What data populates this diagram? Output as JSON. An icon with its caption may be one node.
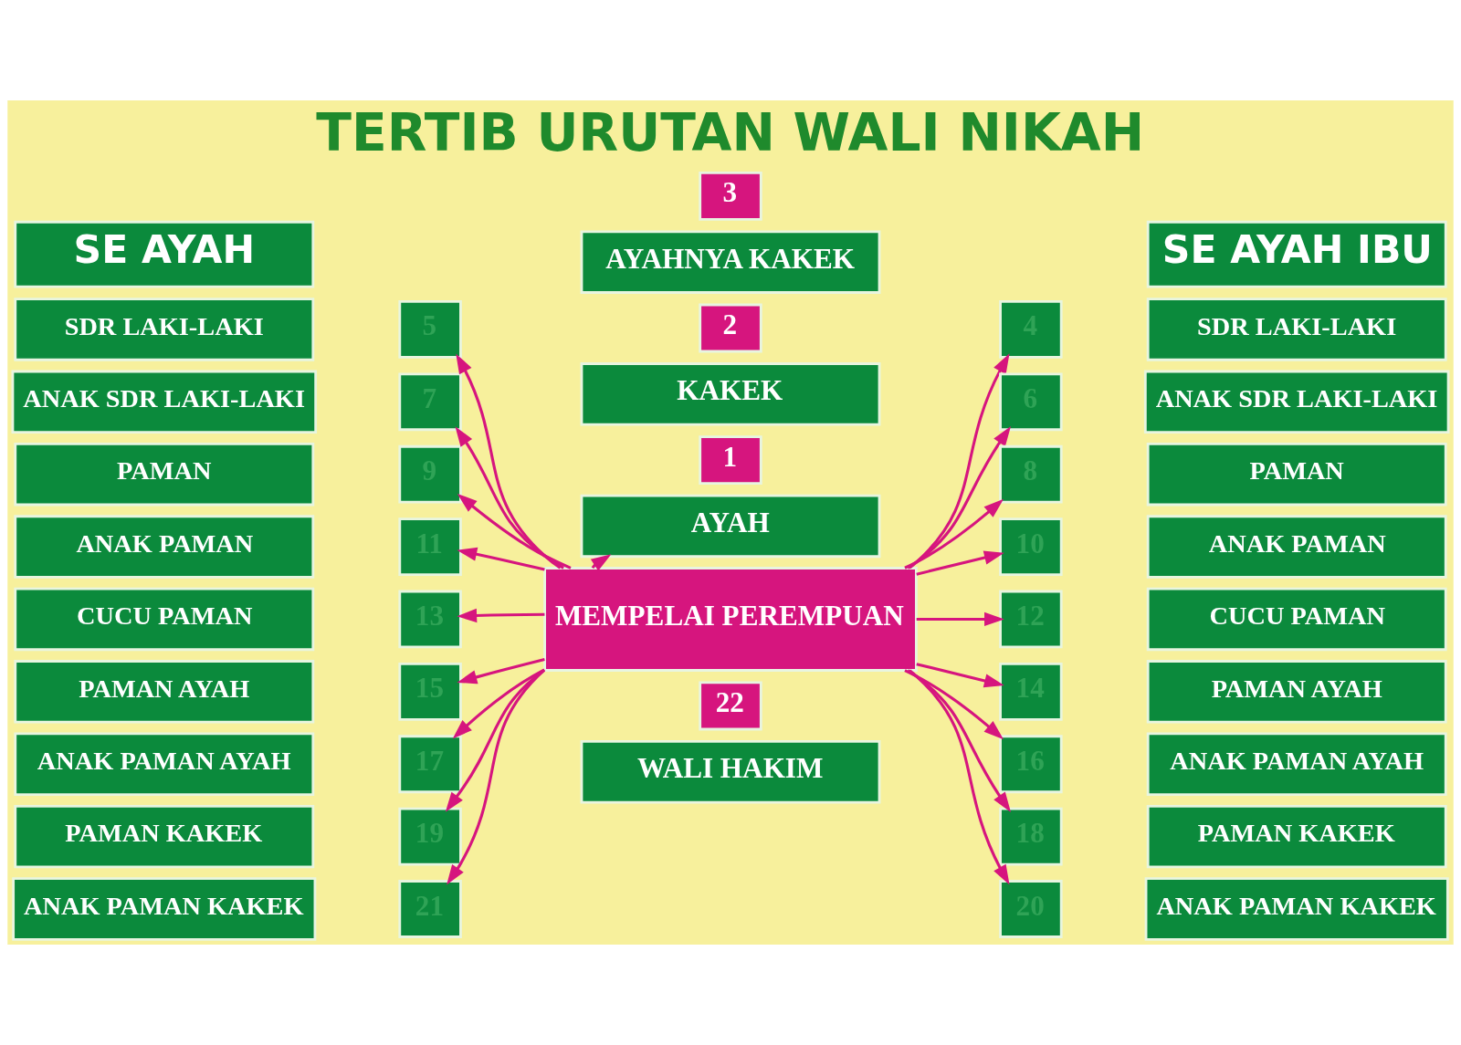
{
  "diagram": {
    "title": "TERTIB URUTAN WALI NIKAH",
    "nodes": [
      {
        "text": [
          "SE AYAH"
        ]
      },
      {
        "text": [
          "SDR LAKI-LAKI"
        ]
      },
      {
        "text": [
          "5"
        ]
      },
      {
        "text": [
          "ANAK SDR LAKI-LAKI"
        ]
      },
      {
        "text": [
          "7"
        ]
      },
      {
        "text": [
          "PAMAN"
        ]
      },
      {
        "text": [
          "9"
        ]
      },
      {
        "text": [
          "ANAK PAMAN"
        ]
      },
      {
        "text": [
          "11"
        ]
      },
      {
        "text": [
          "CUCU PAMAN"
        ]
      },
      {
        "text": [
          "13"
        ]
      },
      {
        "text": [
          "PAMAN AYAH"
        ]
      },
      {
        "text": [
          "15"
        ]
      },
      {
        "text": [
          "ANAK PAMAN AYAH"
        ]
      },
      {
        "text": [
          "17"
        ]
      },
      {
        "text": [
          "PAMAN KAKEK"
        ]
      },
      {
        "text": [
          "19"
        ]
      },
      {
        "text": [
          "ANAK PAMAN KAKEK"
        ]
      },
      {
        "text": [
          "21"
        ]
      },
      {
        "text": [
          "3"
        ]
      },
      {
        "text": [
          "AYAHNYA KAKEK"
        ]
      },
      {
        "text": [
          "2"
        ]
      },
      {
        "text": [
          "KAKEK"
        ]
      },
      {
        "text": [
          "1"
        ]
      },
      {
        "text": [
          "AYAH"
        ]
      },
      {
        "text": [
          "MEMPELAI PEREMPUAN"
        ]
      },
      {
        "text": [
          "22"
        ]
      },
      {
        "text": [
          "WALI HAKIM"
        ]
      },
      {
        "text": [
          "SE AYAH IBU"
        ]
      },
      {
        "text": [
          "4"
        ]
      },
      {
        "text": [
          "SDR LAKI-LAKI"
        ]
      },
      {
        "text": [
          "6"
        ]
      },
      {
        "text": [
          "ANAK SDR LAKI-LAKI"
        ]
      },
      {
        "text": [
          "8"
        ]
      },
      {
        "text": [
          "PAMAN"
        ]
      },
      {
        "text": [
          "10"
        ]
      },
      {
        "text": [
          "ANAK PAMAN"
        ]
      },
      {
        "text": [
          "12"
        ]
      },
      {
        "text": [
          "CUCU PAMAN"
        ]
      },
      {
        "text": [
          "14"
        ]
      },
      {
        "text": [
          "PAMAN AYAH"
        ]
      },
      {
        "text": [
          "16"
        ]
      },
      {
        "text": [
          "ANAK PAMAN AYAH"
        ]
      },
      {
        "text": [
          "18"
        ]
      },
      {
        "text": [
          "PAMAN KAKEK"
        ]
      },
      {
        "text": [
          "20"
        ]
      },
      {
        "text": [
          "ANAK PAMAN KAKEK"
        ]
      }
    ],
    "edges": [
      {
        "from": 25,
        "to": 24,
        "arrow": "to"
      },
      {
        "from": 25,
        "to": 29,
        "arrow": "to"
      },
      {
        "from": 25,
        "to": 2,
        "arrow": "to"
      },
      {
        "from": 25,
        "to": 31,
        "arrow": "to"
      },
      {
        "from": 25,
        "to": 4,
        "arrow": "to"
      },
      {
        "from": 25,
        "to": 33,
        "arrow": "to"
      },
      {
        "from": 25,
        "to": 6,
        "arrow": "to"
      },
      {
        "from": 25,
        "to": 35,
        "arrow": "to"
      },
      {
        "from": 25,
        "to": 8,
        "arrow": "to"
      },
      {
        "from": 25,
        "to": 37,
        "arrow": "to"
      },
      {
        "from": 25,
        "to": 10,
        "arrow": "to"
      },
      {
        "from": 25,
        "to": 39,
        "arrow": "to"
      },
      {
        "from": 25,
        "to": 12,
        "arrow": "to"
      },
      {
        "from": 25,
        "to": 41,
        "arrow": "to"
      },
      {
        "from": 25,
        "to": 14,
        "arrow": "to"
      },
      {
        "from": 25,
        "to": 43,
        "arrow": "to"
      },
      {
        "from": 25,
        "to": 16,
        "arrow": "to"
      },
      {
        "from": 25,
        "to": 45,
        "arrow": "to"
      },
      {
        "from": 25,
        "to": 18,
        "arrow": "to"
      }
    ]
  }
}
